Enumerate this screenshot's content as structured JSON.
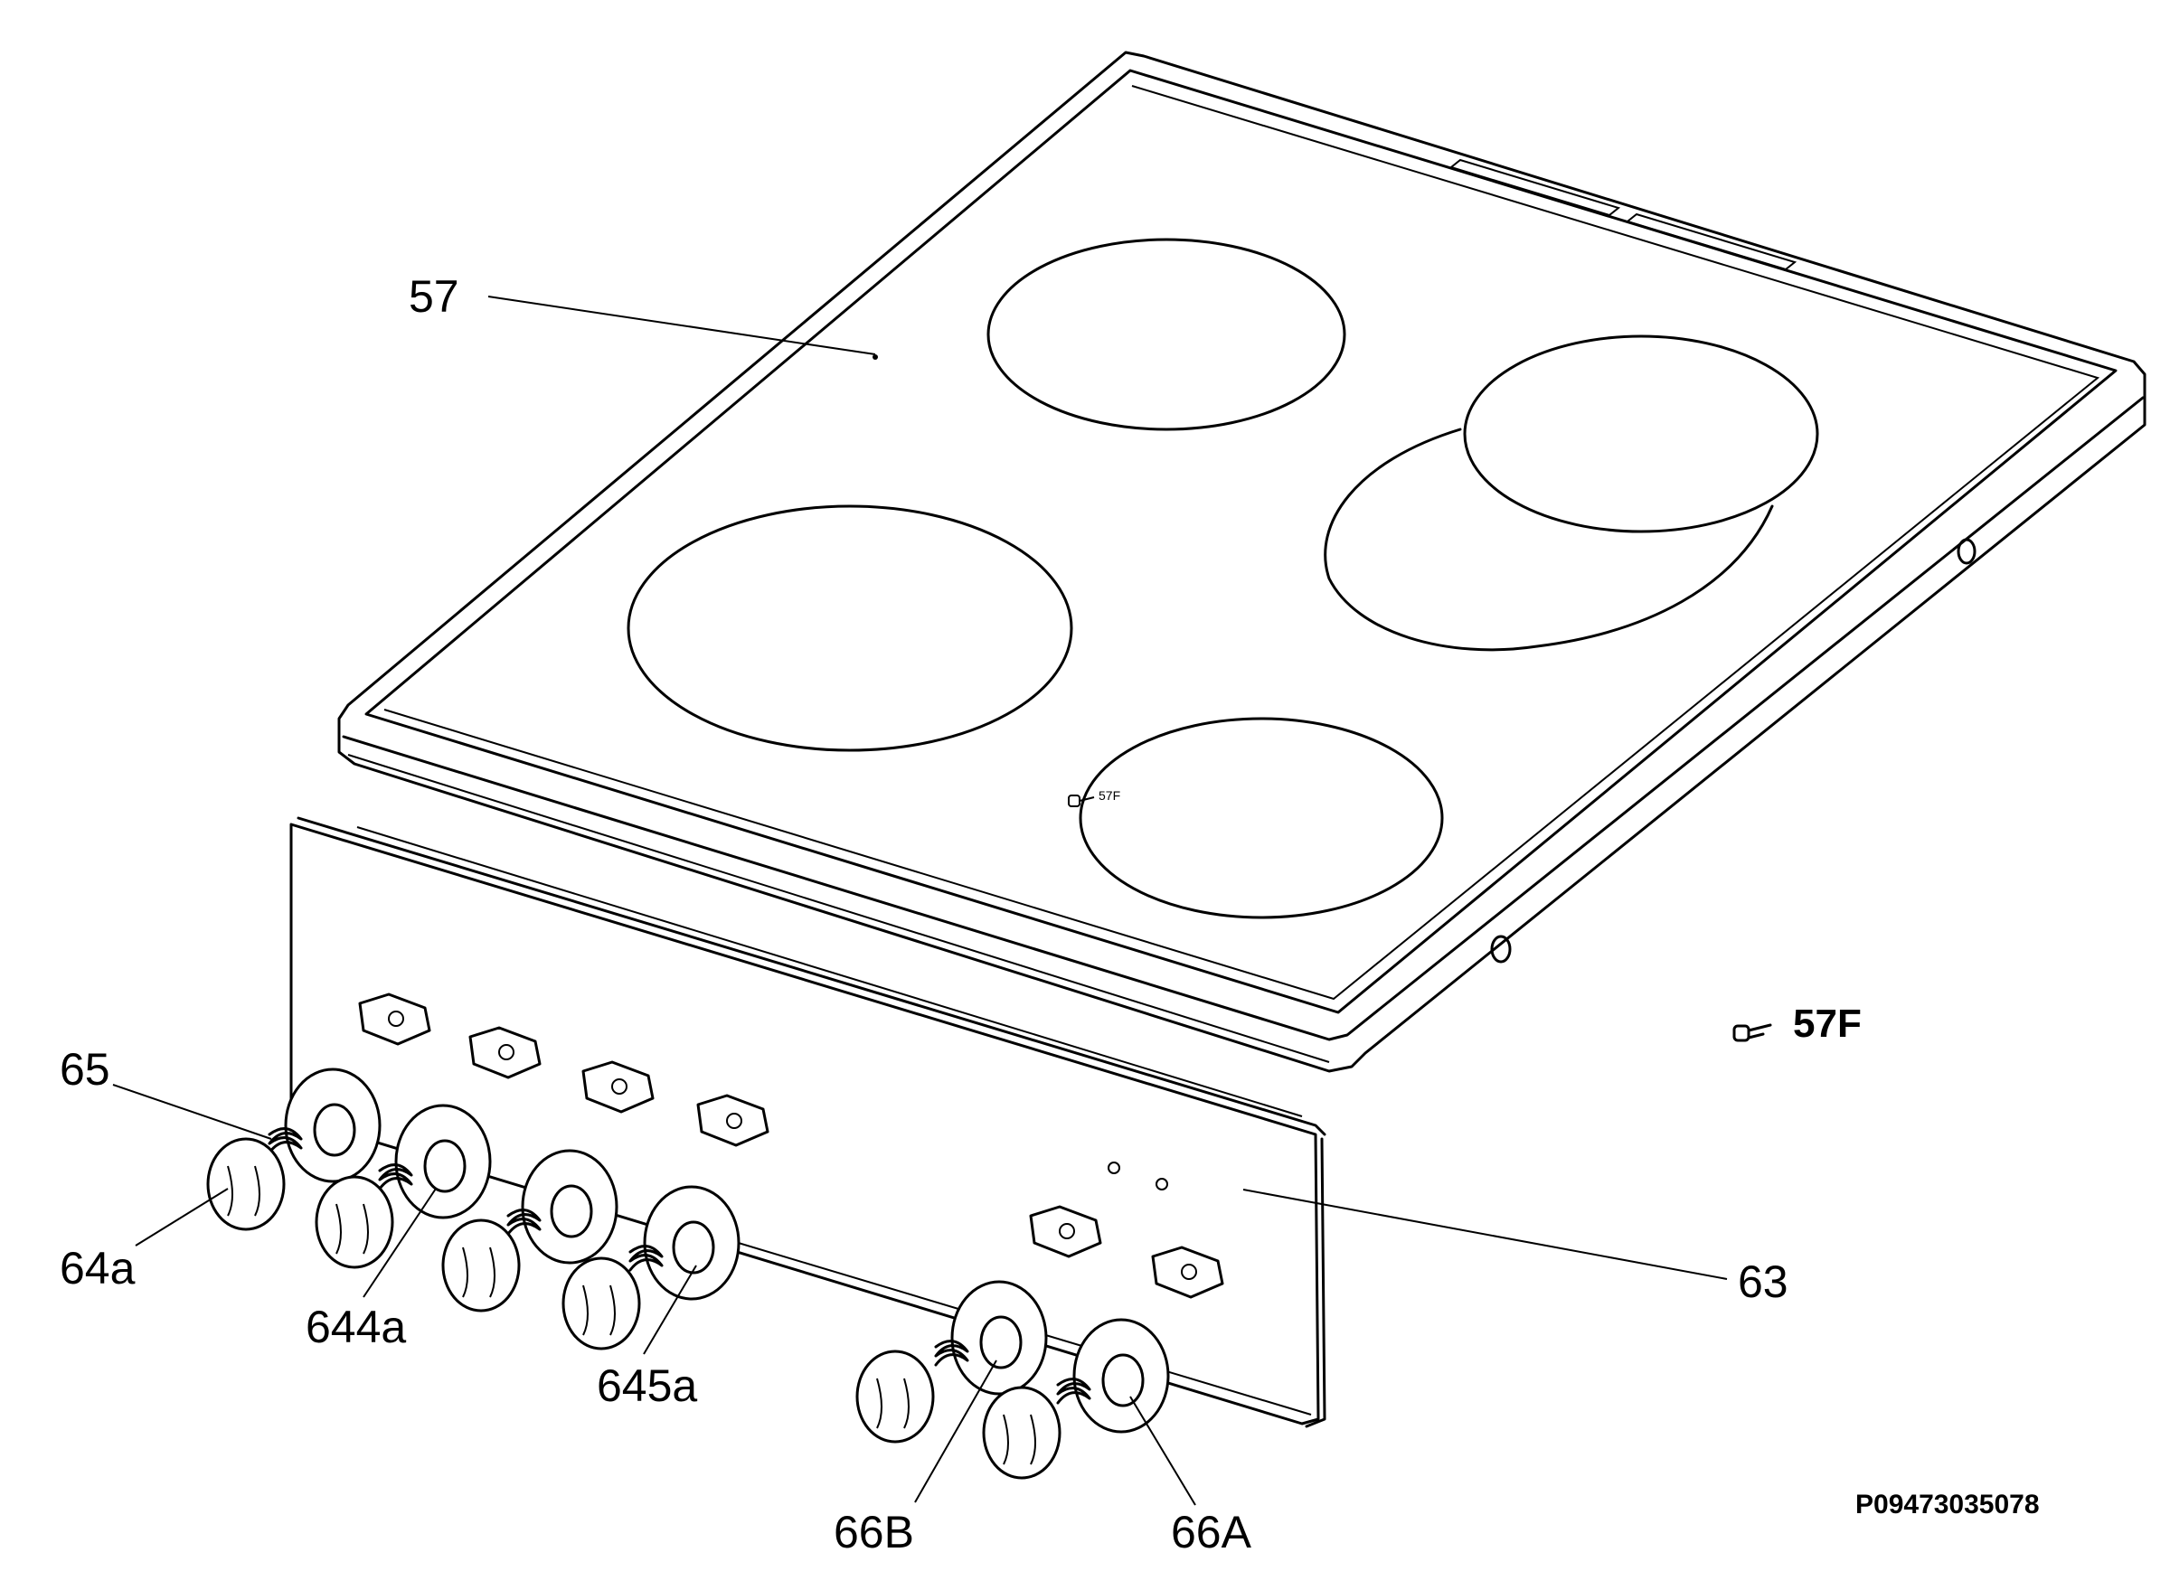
{
  "labels": {
    "glass_top": "57",
    "knob_spring": "65",
    "knob_a": "64a",
    "knob_b": "644a",
    "knob_c": "645a",
    "panel": "63",
    "knob_66b": "66B",
    "knob_66a": "66A",
    "fixing_small": "57F",
    "fixing_legend": "57F"
  },
  "drawing_number": "P09473035078",
  "colors": {
    "line": "#000000",
    "background": "#ffffff"
  }
}
